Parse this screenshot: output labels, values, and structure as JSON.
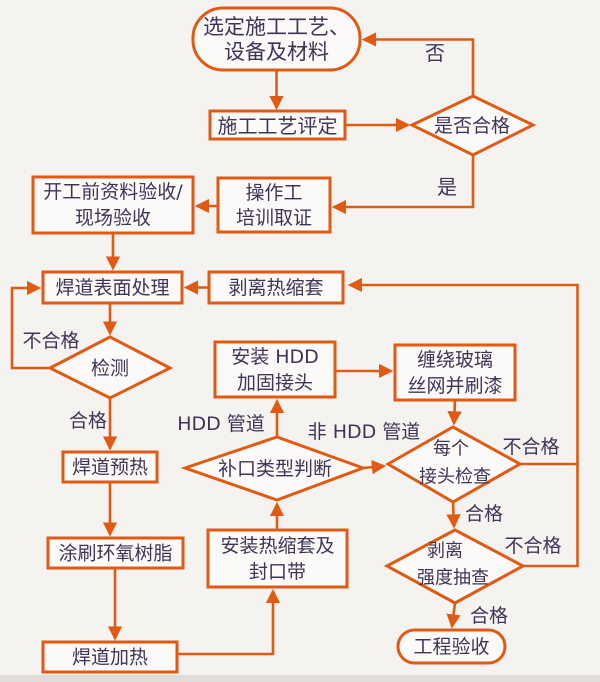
{
  "colors": {
    "line": "#E05A14",
    "text": "#3F3557",
    "background": "#F5F3F0",
    "node_fill": "#FBFAF8"
  },
  "nodes": {
    "start": {
      "lines": [
        "选定施工工艺、",
        "设备及材料"
      ]
    },
    "process_eval": {
      "lines": [
        "施工工艺评定"
      ]
    },
    "qualified_check": {
      "lines": [
        "是否合格"
      ]
    },
    "pre_construction_acceptance": {
      "lines": [
        "开工前资料验收/",
        "现场验收"
      ]
    },
    "operator_training": {
      "lines": [
        "操作工",
        "培训取证"
      ]
    },
    "weld_surface_treatment": {
      "lines": [
        "焊道表面处理"
      ]
    },
    "peel_heat_shrink_sleeve": {
      "lines": [
        "剥离热缩套"
      ]
    },
    "inspection": {
      "lines": [
        "检测"
      ]
    },
    "weld_preheat": {
      "lines": [
        "焊道预热"
      ]
    },
    "apply_epoxy_resin": {
      "lines": [
        "涂刷环氧树脂"
      ]
    },
    "weld_heating": {
      "lines": [
        "焊道加热"
      ]
    },
    "install_hdd_joint": {
      "lines": [
        "安装 HDD",
        "加固接头"
      ]
    },
    "joint_type_decision": {
      "lines": [
        "补口类型判断"
      ]
    },
    "install_sleeve_sealing_tape": {
      "lines": [
        "安装热缩套及",
        "封口带"
      ]
    },
    "wrap_glass_mesh_paint": {
      "lines": [
        "缠绕玻璃",
        "丝网并刷漆"
      ]
    },
    "each_joint_inspection": {
      "lines": [
        "每个",
        "接头检查"
      ]
    },
    "peel_strength_spot_check": {
      "lines": [
        "剥离",
        "强度抽查"
      ]
    },
    "project_acceptance": {
      "lines": [
        "工程验收"
      ]
    }
  },
  "edge_labels": {
    "no": "否",
    "yes": "是",
    "inspection_fail": "不合格",
    "inspection_pass": "合格",
    "hdd_pipeline": "HDD 管道",
    "non_hdd_pipeline": "非 HDD 管道",
    "joint_inspection_fail": "不合格",
    "joint_inspection_pass": "合格",
    "peel_check_fail": "不合格",
    "peel_check_pass": "合格"
  }
}
